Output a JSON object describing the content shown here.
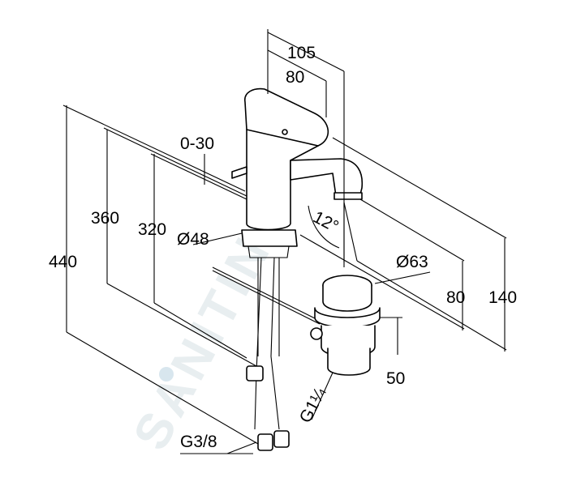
{
  "watermark": {
    "text": "SANITINO",
    "dot_color": "#d8e6ee"
  },
  "dimensions": {
    "d105": "105",
    "d80_top": "80",
    "d0_30": "0-30",
    "d360": "360",
    "d320": "320",
    "d440": "440",
    "d48": "Ø48",
    "d12": "12°",
    "d63": "Ø63",
    "d80_right": "80",
    "d140": "140",
    "d50": "50",
    "g114": "G1¼",
    "g38": "G3/8"
  },
  "colors": {
    "line": "#000000",
    "background": "#ffffff",
    "watermark": "#e8eef0"
  }
}
